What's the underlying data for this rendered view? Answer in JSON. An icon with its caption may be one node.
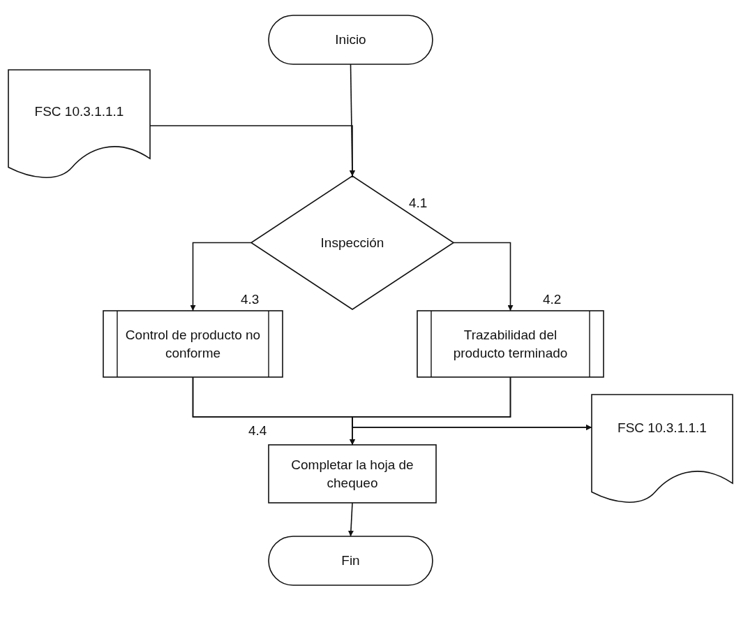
{
  "diagram": {
    "nodes": [
      {
        "text": [
          "Inicio"
        ]
      },
      {
        "text": [
          "FSC 10.3.1.1.1"
        ]
      },
      {
        "text": [
          "Inspección"
        ],
        "beside": [
          "4.1"
        ]
      },
      {
        "text": [
          "Control de producto no conforme"
        ],
        "beside": [
          "4.3"
        ]
      },
      {
        "text": [
          "Trazabilidad del producto terminado"
        ],
        "beside": [
          "4.2"
        ]
      },
      {
        "text": [
          "Completar la hoja de chequeo"
        ],
        "beside": [
          "4.4"
        ]
      },
      {
        "text": [
          "FSC 10.3.1.1.1"
        ]
      },
      {
        "text": [
          "Fin"
        ]
      }
    ],
    "edges": [
      {
        "from": 0,
        "to": 2,
        "arrow": "to"
      },
      {
        "from": 1,
        "to": 2,
        "arrow": "to"
      },
      {
        "from": 2,
        "to": 3,
        "arrow": "to"
      },
      {
        "from": 2,
        "to": 4,
        "arrow": "to"
      },
      {
        "from": 3,
        "to": 5,
        "arrow": "to"
      },
      {
        "from": 4,
        "to": 5,
        "arrow": "to"
      },
      {
        "from": 3,
        "to": 6,
        "arrow": "to"
      },
      {
        "from": 4,
        "to": 6,
        "arrow": "to"
      },
      {
        "from": 5,
        "to": 7,
        "arrow": "to"
      }
    ]
  }
}
